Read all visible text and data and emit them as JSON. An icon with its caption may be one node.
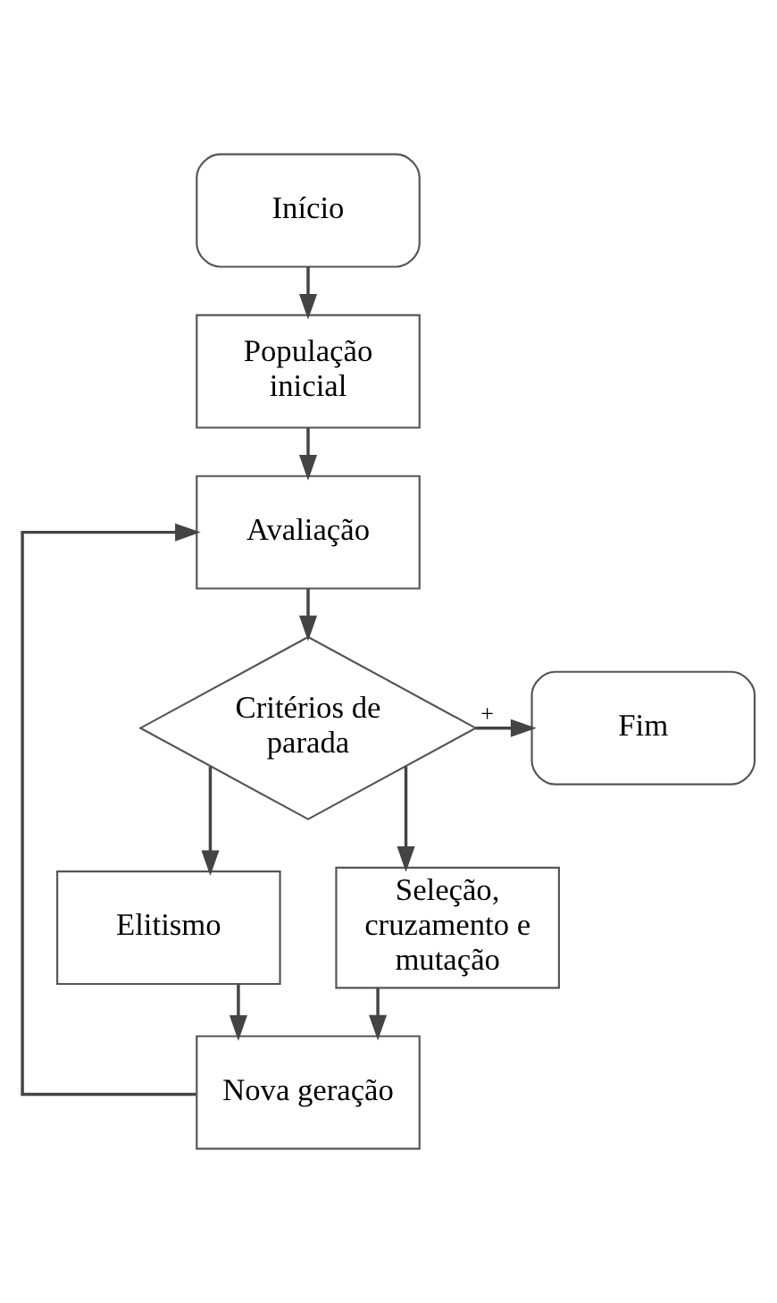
{
  "diagram": {
    "nodes": [
      {
        "text": [
          "Início"
        ]
      },
      {
        "text": [
          "População inicial"
        ]
      },
      {
        "text": [
          "Avaliação"
        ]
      },
      {
        "text": [
          "Critérios de parada"
        ]
      },
      {
        "text": [
          "Fim"
        ]
      },
      {
        "text": [
          "Elitismo"
        ]
      },
      {
        "text": [
          "Seleção, cruzamento e mutação"
        ]
      },
      {
        "text": [
          "Nova geração"
        ]
      }
    ],
    "edges": [
      {
        "from": 0,
        "to": 1,
        "arrow": "to"
      },
      {
        "from": 1,
        "to": 2,
        "arrow": "to"
      },
      {
        "from": 2,
        "to": 3,
        "arrow": "to"
      },
      {
        "from": 3,
        "to": 4,
        "arrow": "to",
        "label": "+"
      },
      {
        "from": 3,
        "to": 5,
        "arrow": "to"
      },
      {
        "from": 3,
        "to": 6,
        "arrow": "to"
      },
      {
        "from": 5,
        "to": 7,
        "arrow": "to"
      },
      {
        "from": 6,
        "to": 7,
        "arrow": "to"
      },
      {
        "from": 7,
        "to": 2,
        "arrow": "to"
      }
    ]
  }
}
